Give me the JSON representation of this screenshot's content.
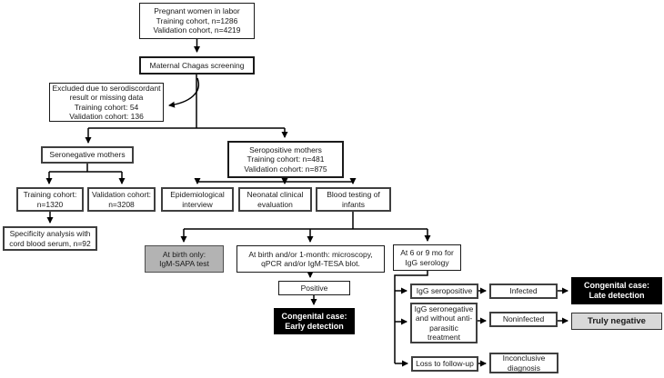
{
  "colors": {
    "background": "#ffffff",
    "ink": "#1a1a1a",
    "box_border": "#1a1a1a",
    "gray_fill": "#b3b3b3",
    "light_gray_fill": "#d9d9d9",
    "black_fill": "#000000"
  },
  "nodes": {
    "pregnant": {
      "lines": [
        "Pregnant women in labor",
        "Training cohort, n=1286",
        "Validation cohort, n=4219"
      ]
    },
    "screening": {
      "lines": [
        "Maternal Chagas screening"
      ]
    },
    "excluded": {
      "lines": [
        "Excluded due to serodiscordant",
        "result or missing data",
        "Training cohort: 54",
        "Validation cohort: 136"
      ]
    },
    "seronegative": {
      "lines": [
        "Seronegative mothers"
      ]
    },
    "training_cohort": {
      "lines": [
        "Training cohort:",
        "n=1320"
      ]
    },
    "validation_cohort": {
      "lines": [
        "Validation cohort:",
        "n=3208"
      ]
    },
    "specificity": {
      "lines": [
        "Specificity analysis with",
        "cord blood serum, n=92"
      ]
    },
    "seropositive": {
      "lines": [
        "Seropositive mothers",
        "Training cohort: n=481",
        "Validation cohort: n=875"
      ]
    },
    "epidemiological": {
      "lines": [
        "Epidemiological",
        "interview"
      ]
    },
    "neonatal": {
      "lines": [
        "Neonatal clinical",
        "evaluation"
      ]
    },
    "blood_testing": {
      "lines": [
        "Blood testing of",
        "infants"
      ]
    },
    "igm_sapa": {
      "lines": [
        "At birth only:",
        "IgM-SAPA test"
      ]
    },
    "microscopy": {
      "lines": [
        "At birth and/or 1-month: microscopy,",
        "qPCR and/or IgM-TESA blot."
      ]
    },
    "positive": {
      "lines": [
        "Positive"
      ]
    },
    "congenital_early": {
      "lines": [
        "Congenital case:",
        "Early detection"
      ]
    },
    "igg_serology": {
      "lines": [
        "At 6 or 9 mo for",
        "IgG serology"
      ]
    },
    "igg_seropositive": {
      "lines": [
        "IgG seropositive"
      ]
    },
    "infected": {
      "lines": [
        "Infected"
      ]
    },
    "congenital_late": {
      "lines": [
        "Congenital case:",
        "Late detection"
      ]
    },
    "igg_seronegative": {
      "lines": [
        "IgG seronegative",
        "and without anti-",
        "parasitic",
        "treatment"
      ]
    },
    "noninfected": {
      "lines": [
        "Noninfected"
      ]
    },
    "truly_negative": {
      "lines": [
        "Truly negative"
      ]
    },
    "loss_followup": {
      "lines": [
        "Loss to follow-up"
      ]
    },
    "inconclusive": {
      "lines": [
        "Inconclusive",
        "diagnosis"
      ]
    }
  }
}
